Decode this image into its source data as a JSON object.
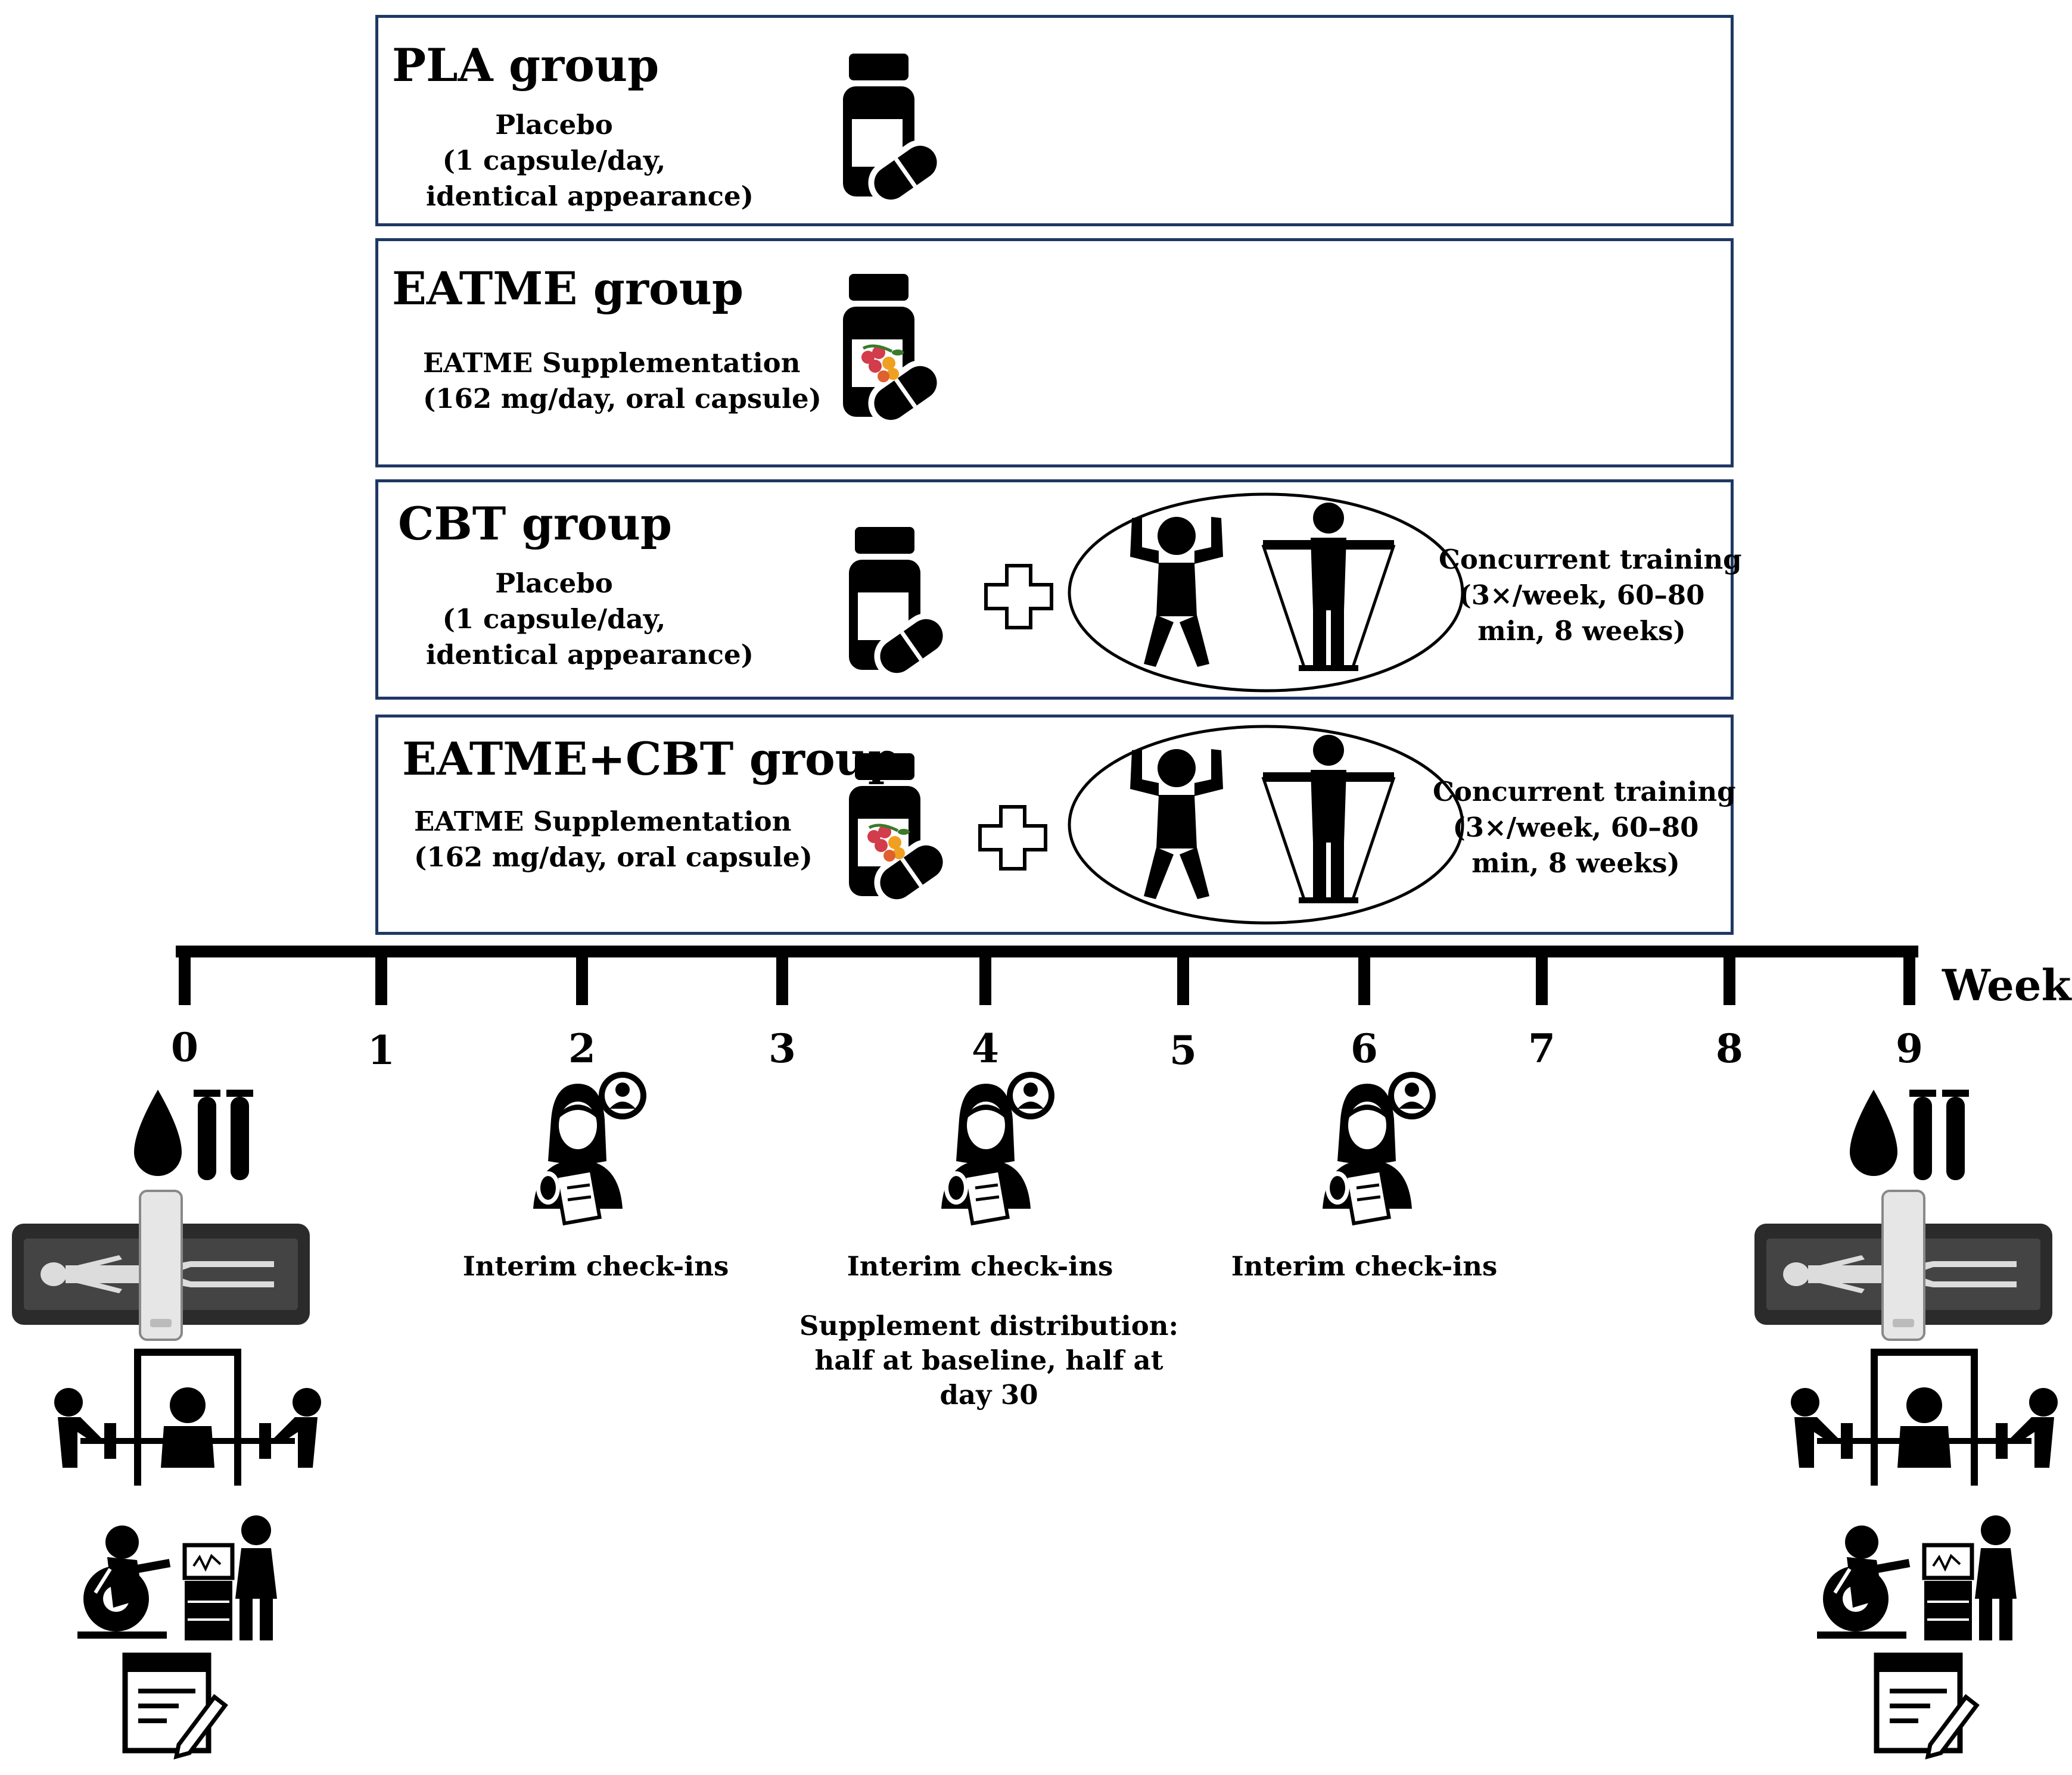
{
  "groups": [
    {
      "title": "PLA group",
      "desc": [
        "Placebo",
        "(1 capsule/day,",
        "identical appearance)"
      ],
      "pill_icon": "pill-bottle-icon",
      "training": null
    },
    {
      "title": "EATME group",
      "desc": [
        "EATME Supplementation",
        "(162 mg/day, oral capsule)"
      ],
      "pill_icon": "supplement-bottle-icon",
      "training": null
    },
    {
      "title": "CBT group",
      "desc": [
        "Placebo",
        "(1 capsule/day,",
        "identical appearance)"
      ],
      "pill_icon": "pill-bottle-icon",
      "training": [
        "Concurrent training",
        "(3×/week, 60–80",
        "min, 8 weeks)"
      ]
    },
    {
      "title": "EATME+CBT group",
      "desc": [
        "EATME Supplementation",
        "(162 mg/day, oral capsule)"
      ],
      "pill_icon": "supplement-bottle-icon",
      "training": [
        "Concurrent training",
        "(3×/week, 60–80",
        "min, 8 weeks)"
      ]
    }
  ],
  "timeline": {
    "label": "Week",
    "weeks": [
      "0",
      "1",
      "2",
      "3",
      "4",
      "5",
      "6",
      "7",
      "8",
      "9"
    ]
  },
  "checkins": [
    {
      "week": "2",
      "label": "Interim check-ins"
    },
    {
      "week": "4",
      "label": "Interim check-ins"
    },
    {
      "week": "6",
      "label": "Interim check-ins"
    }
  ],
  "distribution_note": [
    "Supplement distribution:",
    "half at baseline, half at",
    "day 30"
  ],
  "assessments": {
    "icons": [
      "blood-test-icon",
      "dxa-scan-icon",
      "strength-test-icon",
      "cycle-ergometer-test-icon",
      "questionnaire-icon"
    ],
    "at_weeks": [
      "0",
      "9"
    ]
  },
  "colors": {
    "box_border": "#1f3864",
    "berry_red": "#d23c4b",
    "berry_orange": "#f0a020"
  }
}
